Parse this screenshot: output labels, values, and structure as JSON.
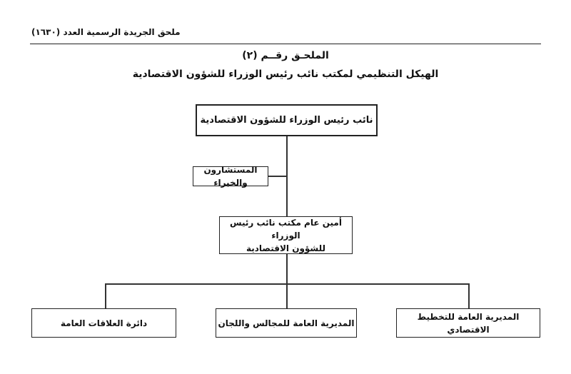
{
  "header": {
    "text": "ملحق الجريدة الرسمية العدد (١٦٣٠)"
  },
  "annex_title": "الملحـق رقــم (٢)",
  "chart_title": "الهيكل التنظيمي لمكتب نائب رئيس الوزراء للشؤون الاقتصادية",
  "org": {
    "top": "نائب رئيس الوزراء للشؤون الاقتصادية",
    "advisors": "المستشارون والخبراء",
    "secretary_line1": "أمين عام مكتب نائب رئيس الوزراء",
    "secretary_line2": "للشؤون الاقتصادية",
    "departments": [
      "المديرية العامة للتخطيط الاقتصادي",
      "المديرية العامة للمجالس واللجان",
      "دائرة العلاقات العامة"
    ]
  }
}
